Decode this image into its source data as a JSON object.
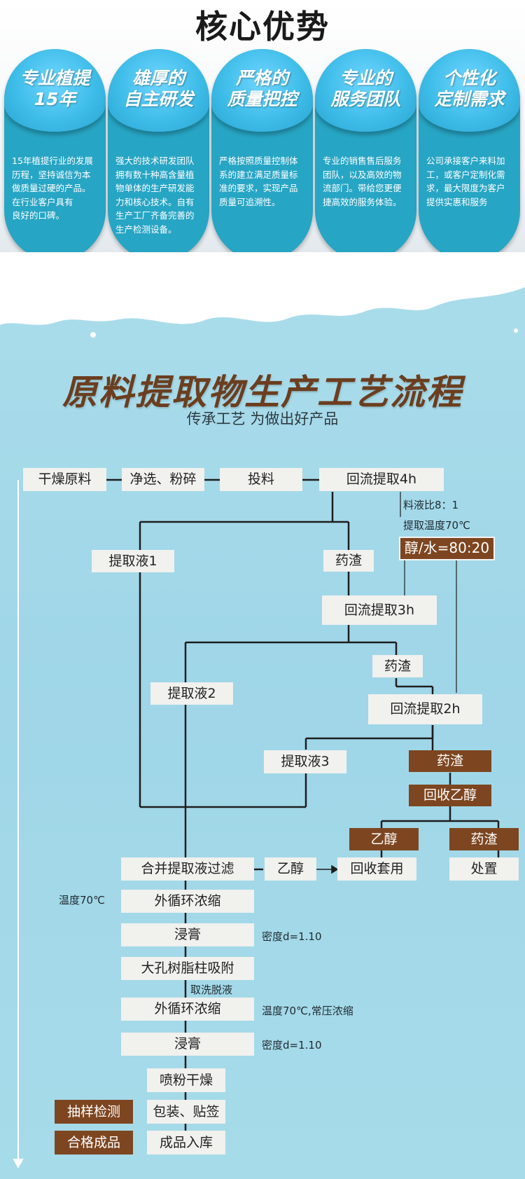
{
  "advantages": {
    "title": "核心优势",
    "cards": [
      {
        "title_1": "专业植提",
        "title_2": "15年",
        "desc": [
          "15年植提行业的发展",
          "历程，坚持诚信为本",
          "做质量过硬的产品。",
          "在行业客户具有",
          "良好的口碑。"
        ]
      },
      {
        "title_1": "雄厚的",
        "title_2": "自主研发",
        "desc": [
          "强大的技术研发团队",
          "拥有数十种高含量植",
          "物单体的生产研发能",
          "力和核心技术。自有",
          "生产工厂齐备完善的",
          "生产检测设备。"
        ]
      },
      {
        "title_1": "严格的",
        "title_2": "质量把控",
        "desc": [
          "严格按照质量控制体",
          "系的建立满足质量标",
          "准的要求，实现产品",
          "质量可追溯性。"
        ]
      },
      {
        "title_1": "专业的",
        "title_2": "服务团队",
        "desc": [
          "专业的销售售后服务",
          "团队，以及高效的物",
          "流部门。带给您更便",
          "捷高效的服务体验。"
        ]
      },
      {
        "title_1": "个性化",
        "title_2": "定制需求",
        "desc": [
          "公司承接客户来料加",
          "工，或客户定制化需",
          "求，最大限度为客户",
          "提供实惠和服务"
        ]
      }
    ]
  },
  "process": {
    "title": "原料提取物生产工艺流程",
    "subtitle": "传承工艺 为做出好产品",
    "steps": {
      "dry_material": "干燥原料",
      "select_crush": "净选、粉碎",
      "feed": "投料",
      "reflux_4h": "回流提取4h",
      "extract_1": "提取液1",
      "residue_1": "药渣",
      "reflux_3h": "回流提取3h",
      "residue_2": "药渣",
      "extract_2": "提取液2",
      "reflux_2h": "回流提取2h",
      "extract_3": "提取液3",
      "residue_3": "药渣",
      "recover_ethanol": "回收乙醇",
      "ethanol_a": "乙醇",
      "residue_4": "药渣",
      "combine_filter": "合并提取液过滤",
      "ethanol_b": "乙醇",
      "recycle": "回收套用",
      "dispose": "处置",
      "concentrate_1": "外循环浓缩",
      "extractum_1": "浸膏",
      "resin_adsorb": "大孔树脂柱吸附",
      "concentrate_2": "外循环浓缩",
      "extractum_2": "浸膏",
      "spray_dry": "喷粉干燥",
      "pack_label": "包装、贴签",
      "warehouse": "成品入库",
      "sample_test": "抽样检测",
      "qualified": "合格成品"
    },
    "notes": {
      "ratio": "料液比8：1",
      "extract_temp": "提取温度70℃",
      "solvent": "醇/水=80:20",
      "temp_70": "温度70℃",
      "density_1": "密度d=1.10",
      "elute": "取洗脱液",
      "temp_pressure": "温度70℃,常压浓缩",
      "density_2": "密度d=1.10"
    },
    "arrow_glyph": "→"
  },
  "colors": {
    "card_blue": "#27a5c4",
    "title_brown": "#6b3e1f",
    "box_brown": "#7d4620",
    "box_light": "#f1f1ee",
    "line": "#1e1e1e",
    "background": "#a7dbe9"
  }
}
